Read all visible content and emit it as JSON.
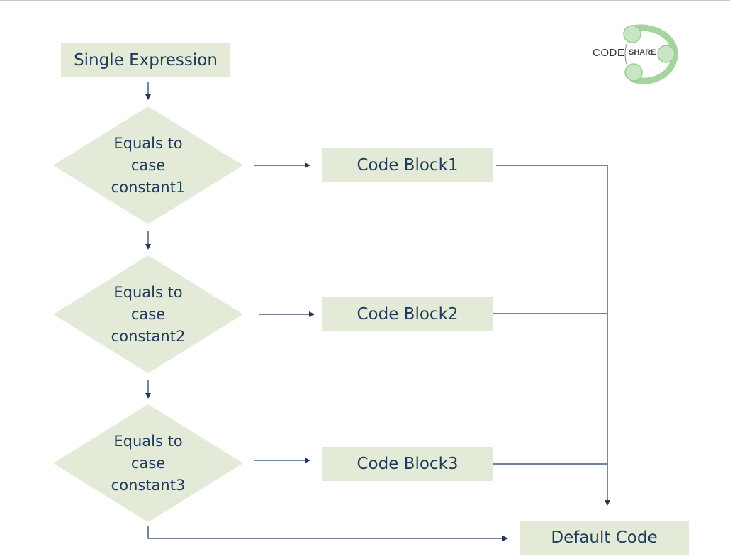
{
  "logo": {
    "code": "CODE",
    "share": "SHARE"
  },
  "start": {
    "label": "Single Expression"
  },
  "decisions": [
    {
      "lines": [
        "Equals to",
        "case",
        "constant1"
      ]
    },
    {
      "lines": [
        "Equals to",
        "case",
        "constant2"
      ]
    },
    {
      "lines": [
        "Equals to",
        "case",
        "constant3"
      ]
    }
  ],
  "blocks": [
    {
      "label": "Code Block1"
    },
    {
      "label": "Code Block2"
    },
    {
      "label": "Code Block3"
    }
  ],
  "default": {
    "label": "Default Code"
  },
  "colors": {
    "fill": "#e3ebd8",
    "text": "#1f3a5a",
    "line": "#1f3a5a",
    "logo": "#c8e6c4"
  }
}
